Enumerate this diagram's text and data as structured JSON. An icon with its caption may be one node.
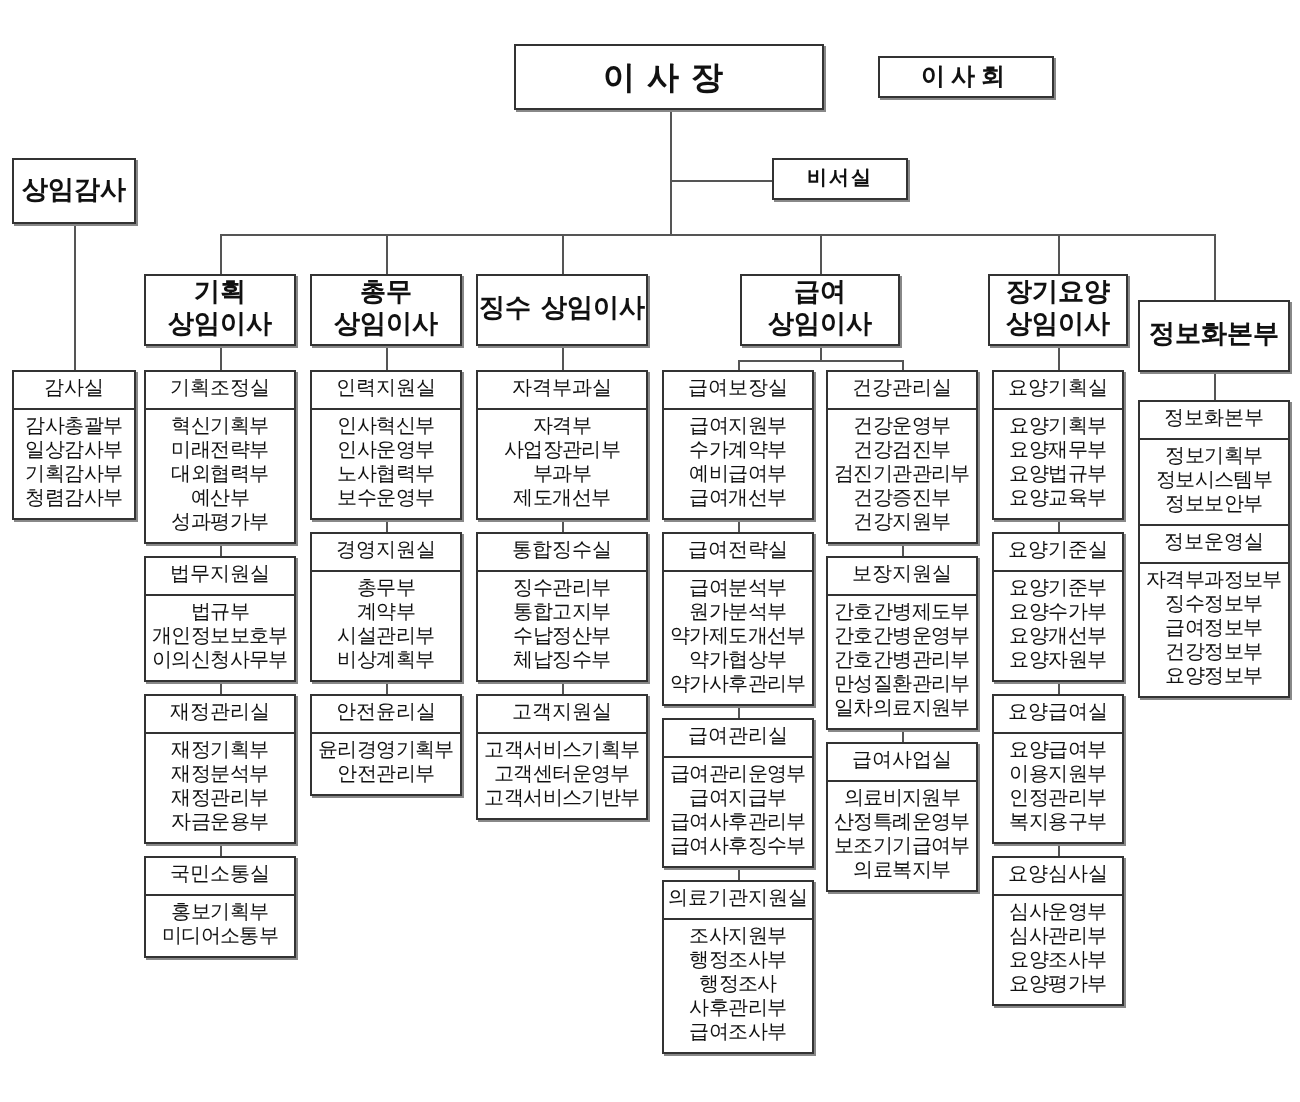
{
  "diagram": {
    "nodes": [
      {
        "text": [
          "이사장"
        ]
      },
      {
        "text": [
          "이사회"
        ]
      },
      {
        "text": [
          "비서실"
        ]
      },
      {
        "text": [
          "상임감사"
        ]
      },
      {
        "text": [
          "감사실",
          "감사총괄부",
          "일상감사부",
          "기획감사부",
          "청렴감사부"
        ]
      },
      {
        "text": [
          "기획 상임이사"
        ]
      },
      {
        "text": [
          "기획조정실",
          "혁신기획부",
          "미래전략부",
          "대외협력부",
          "예산부",
          "성과평가부"
        ]
      },
      {
        "text": [
          "법무지원실",
          "법규부",
          "개인정보보호부",
          "이의신청사무부"
        ]
      },
      {
        "text": [
          "재정관리실",
          "재정기획부",
          "재정분석부",
          "재정관리부",
          "자금운용부"
        ]
      },
      {
        "text": [
          "국민소통실",
          "홍보기획부",
          "미디어소통부"
        ]
      },
      {
        "text": [
          "총무 상임이사"
        ]
      },
      {
        "text": [
          "인력지원실",
          "인사혁신부",
          "인사운영부",
          "노사협력부",
          "보수운영부"
        ]
      },
      {
        "text": [
          "경영지원실",
          "총무부",
          "계약부",
          "시설관리부",
          "비상계획부"
        ]
      },
      {
        "text": [
          "안전윤리실",
          "윤리경영기획부",
          "안전관리부"
        ]
      },
      {
        "text": [
          "징수 상임이사"
        ]
      },
      {
        "text": [
          "자격부과실",
          "자격부",
          "사업장관리부",
          "부과부",
          "제도개선부"
        ]
      },
      {
        "text": [
          "통합징수실",
          "징수관리부",
          "통합고지부",
          "수납정산부",
          "체납징수부"
        ]
      },
      {
        "text": [
          "고객지원실",
          "고객서비스기획부",
          "고객센터운영부",
          "고객서비스기반부"
        ]
      },
      {
        "text": [
          "급여 상임이사"
        ]
      },
      {
        "text": [
          "급여보장실",
          "급여지원부",
          "수가계약부",
          "예비급여부",
          "급여개선부"
        ]
      },
      {
        "text": [
          "급여전략실",
          "급여분석부",
          "원가분석부",
          "약가제도개선부",
          "약가협상부",
          "약가사후관리부"
        ]
      },
      {
        "text": [
          "급여관리실",
          "급여관리운영부",
          "급여지급부",
          "급여사후관리부",
          "급여사후징수부"
        ]
      },
      {
        "text": [
          "의료기관지원실",
          "조사지원부",
          "행정조사부",
          "행정조사",
          "사후관리부",
          "급여조사부"
        ]
      },
      {
        "text": [
          "건강관리실",
          "건강운영부",
          "건강검진부",
          "검진기관관리부",
          "건강증진부",
          "건강지원부"
        ]
      },
      {
        "text": [
          "보장지원실",
          "간호간병제도부",
          "간호간병운영부",
          "간호간병관리부",
          "만성질환관리부",
          "일차의료지원부"
        ]
      },
      {
        "text": [
          "급여사업실",
          "의료비지원부",
          "산정특례운영부",
          "보조기기급여부",
          "의료복지부"
        ]
      },
      {
        "text": [
          "장기요양 상임이사"
        ]
      },
      {
        "text": [
          "요양기획실",
          "요양기획부",
          "요양재무부",
          "요양법규부",
          "요양교육부"
        ]
      },
      {
        "text": [
          "요양기준실",
          "요양기준부",
          "요양수가부",
          "요양개선부",
          "요양자원부"
        ]
      },
      {
        "text": [
          "요양급여실",
          "요양급여부",
          "이용지원부",
          "인정관리부",
          "복지용구부"
        ]
      },
      {
        "text": [
          "요양심사실",
          "심사운영부",
          "심사관리부",
          "요양조사부",
          "요양평가부"
        ]
      },
      {
        "text": [
          "정보화본부"
        ]
      },
      {
        "text": [
          "정보화본부",
          "정보기획부",
          "정보시스템부",
          "정보보안부"
        ]
      },
      {
        "text": [
          "정보운영실",
          "자격부과정보부",
          "징수정보부",
          "급여정보부",
          "건강정보부",
          "요양정보부"
        ]
      }
    ],
    "edges": [
      {
        "from": 0,
        "to": 2,
        "arrow": "none"
      },
      {
        "from": 0,
        "to": 5,
        "arrow": "none"
      },
      {
        "from": 0,
        "to": 10,
        "arrow": "none"
      },
      {
        "from": 0,
        "to": 14,
        "arrow": "none"
      },
      {
        "from": 0,
        "to": 18,
        "arrow": "none"
      },
      {
        "from": 0,
        "to": 26,
        "arrow": "none"
      },
      {
        "from": 0,
        "to": 31,
        "arrow": "none"
      },
      {
        "from": 3,
        "to": 4,
        "arrow": "none"
      },
      {
        "from": 5,
        "to": 6,
        "arrow": "none"
      },
      {
        "from": 6,
        "to": 7,
        "arrow": "none"
      },
      {
        "from": 7,
        "to": 8,
        "arrow": "none"
      },
      {
        "from": 8,
        "to": 9,
        "arrow": "none"
      },
      {
        "from": 10,
        "to": 11,
        "arrow": "none"
      },
      {
        "from": 11,
        "to": 12,
        "arrow": "none"
      },
      {
        "from": 12,
        "to": 13,
        "arrow": "none"
      },
      {
        "from": 14,
        "to": 15,
        "arrow": "none"
      },
      {
        "from": 15,
        "to": 16,
        "arrow": "none"
      },
      {
        "from": 16,
        "to": 17,
        "arrow": "none"
      },
      {
        "from": 18,
        "to": 19,
        "arrow": "none"
      },
      {
        "from": 19,
        "to": 20,
        "arrow": "none"
      },
      {
        "from": 20,
        "to": 21,
        "arrow": "none"
      },
      {
        "from": 21,
        "to": 22,
        "arrow": "none"
      },
      {
        "from": 18,
        "to": 23,
        "arrow": "none"
      },
      {
        "from": 23,
        "to": 24,
        "arrow": "none"
      },
      {
        "from": 24,
        "to": 25,
        "arrow": "none"
      },
      {
        "from": 26,
        "to": 27,
        "arrow": "none"
      },
      {
        "from": 27,
        "to": 28,
        "arrow": "none"
      },
      {
        "from": 28,
        "to": 29,
        "arrow": "none"
      },
      {
        "from": 29,
        "to": 30,
        "arrow": "none"
      },
      {
        "from": 31,
        "to": 32,
        "arrow": "none"
      }
    ]
  }
}
